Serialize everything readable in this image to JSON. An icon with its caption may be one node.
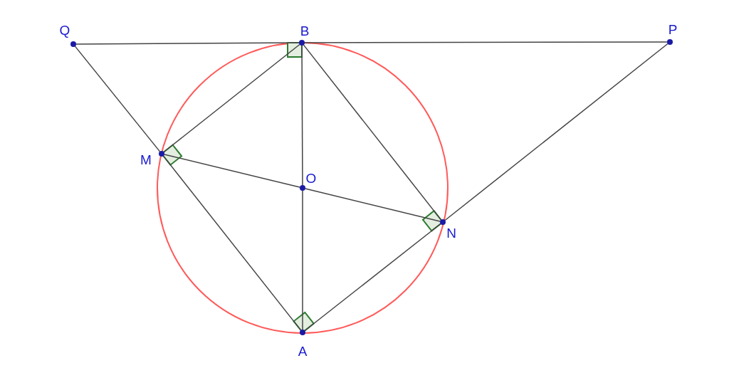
{
  "diagram": {
    "nodes": [
      {
        "text": [
          "Q"
        ]
      },
      {
        "text": [
          "B"
        ]
      },
      {
        "text": [
          "P"
        ]
      },
      {
        "text": [
          "M"
        ]
      },
      {
        "text": [
          "O"
        ]
      },
      {
        "text": [
          "N"
        ]
      },
      {
        "text": [
          "A"
        ]
      }
    ],
    "edges": [
      {
        "from": 0,
        "to": 1,
        "arrow": "none"
      },
      {
        "from": 1,
        "to": 2,
        "arrow": "none"
      },
      {
        "from": 0,
        "to": 3,
        "arrow": "none"
      },
      {
        "from": 3,
        "to": 6,
        "arrow": "none"
      },
      {
        "from": 2,
        "to": 5,
        "arrow": "none"
      },
      {
        "from": 5,
        "to": 6,
        "arrow": "none"
      },
      {
        "from": 1,
        "to": 3,
        "arrow": "none"
      },
      {
        "from": 1,
        "to": 5,
        "arrow": "none"
      },
      {
        "from": 1,
        "to": 4,
        "arrow": "none"
      },
      {
        "from": 4,
        "to": 6,
        "arrow": "none"
      },
      {
        "from": 3,
        "to": 4,
        "arrow": "none"
      },
      {
        "from": 4,
        "to": 5,
        "arrow": "none"
      }
    ]
  }
}
